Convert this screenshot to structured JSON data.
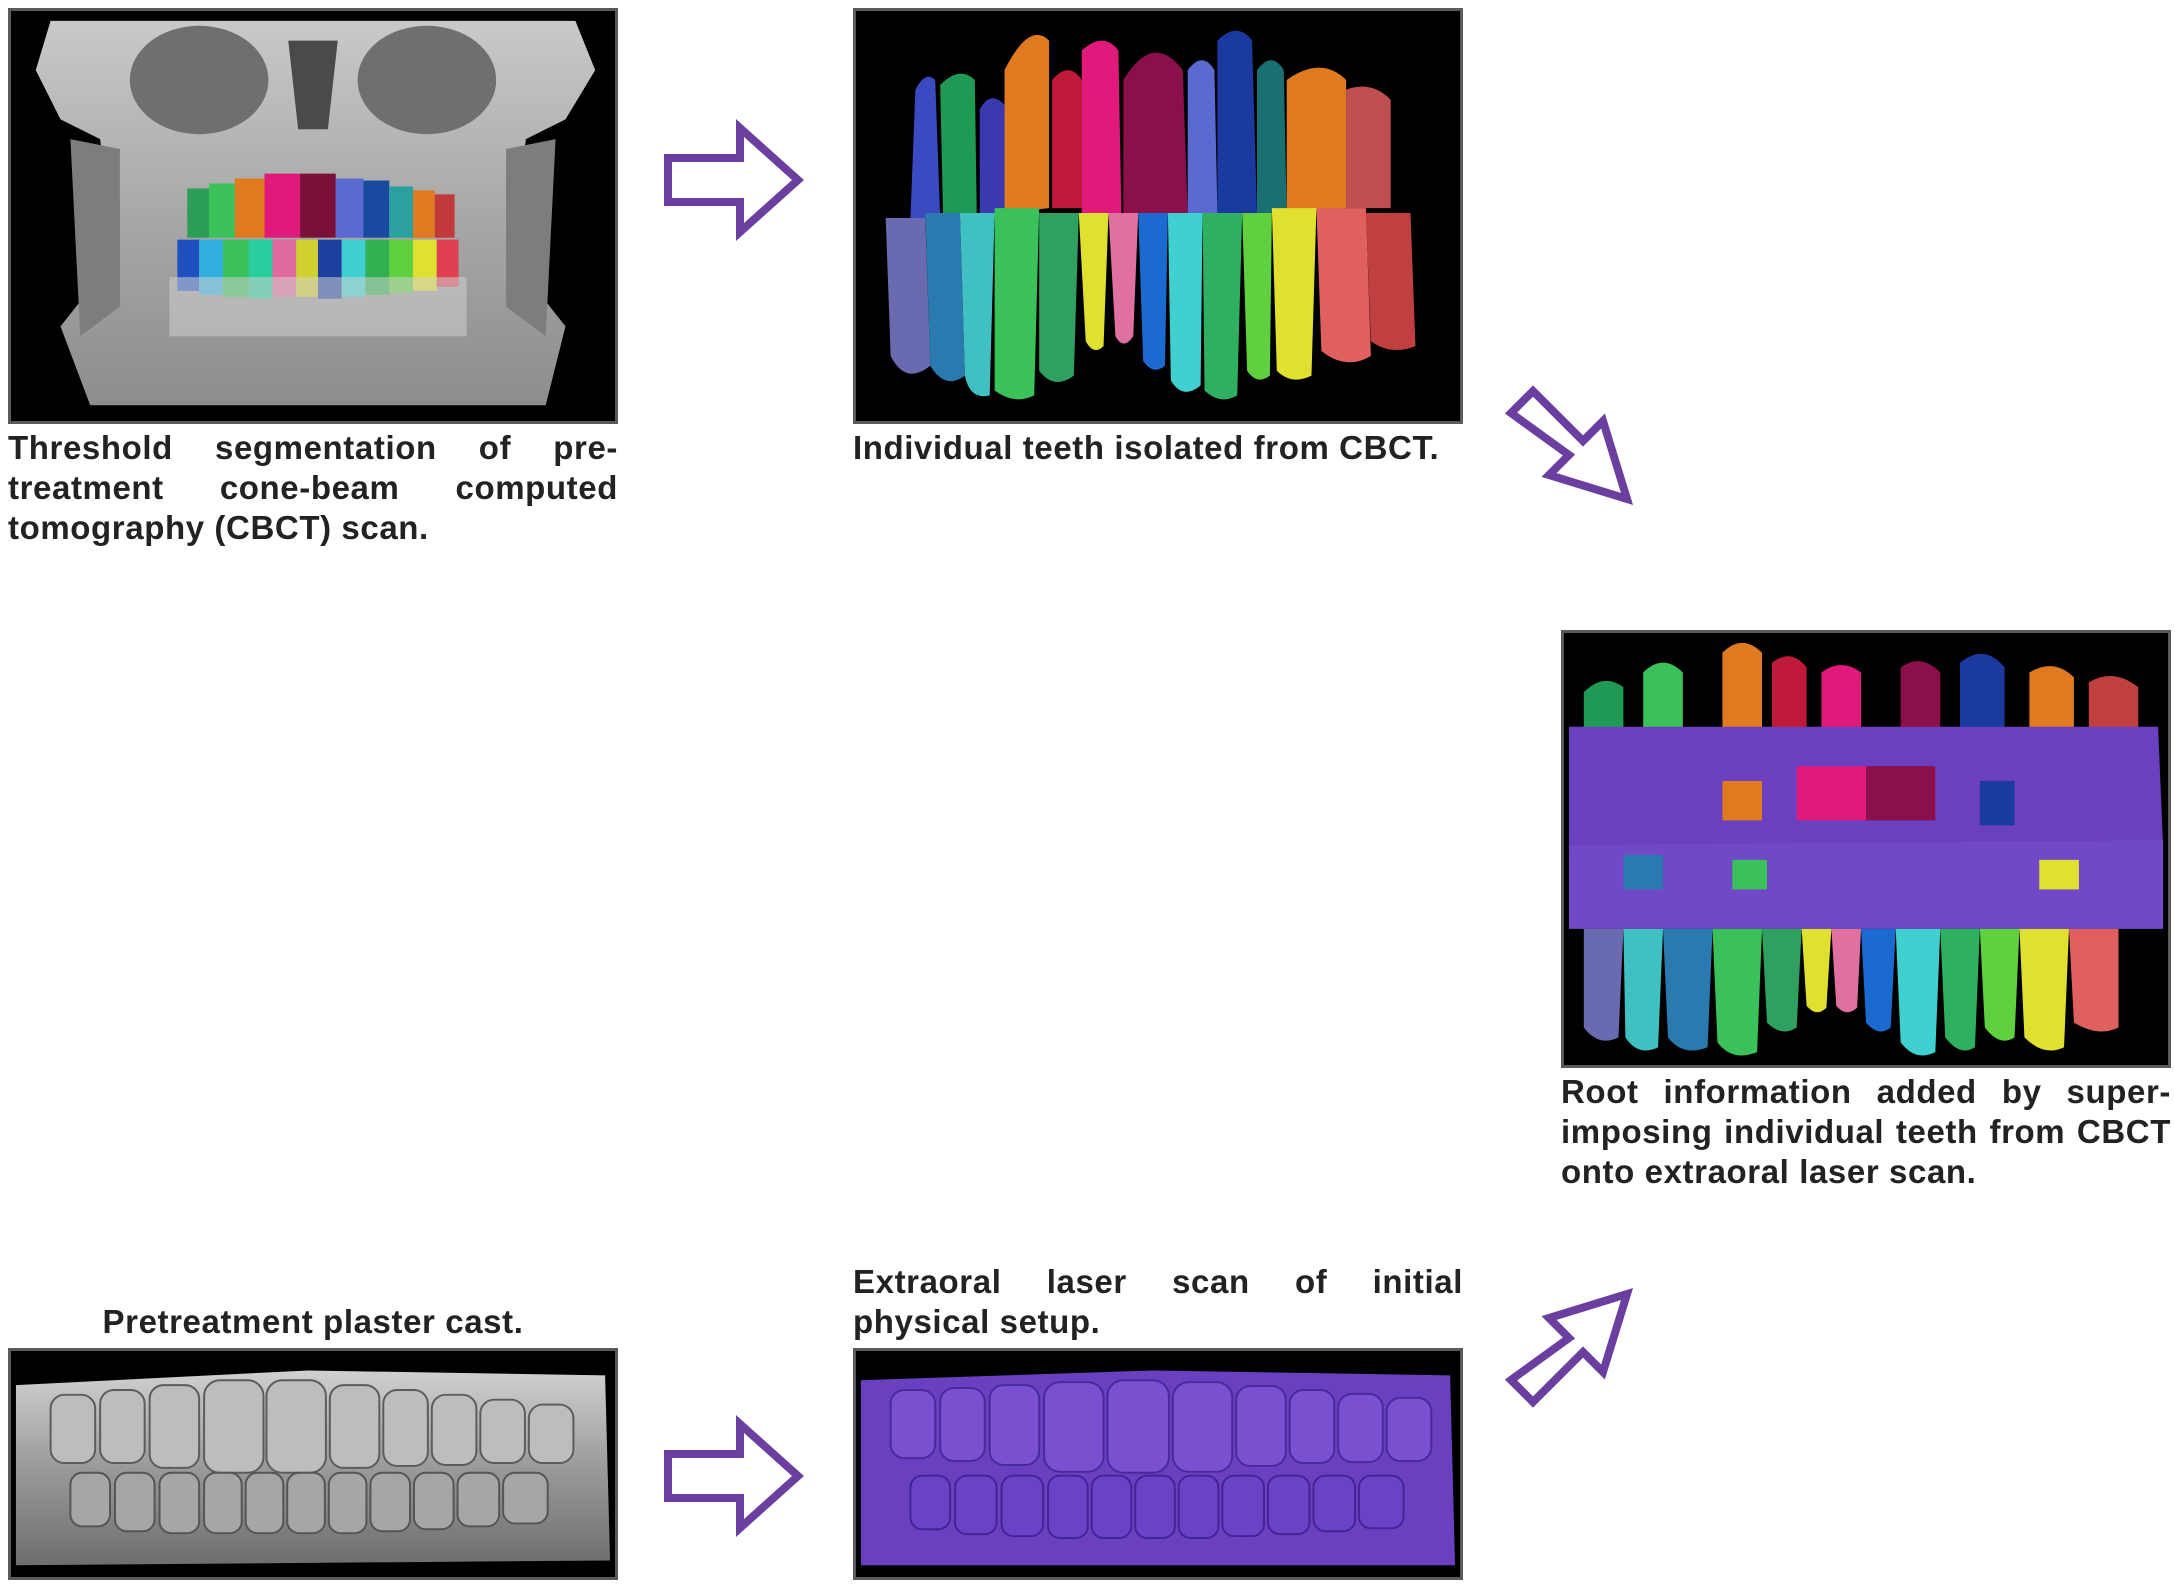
{
  "accent_color": "#6a3fa0",
  "panels": {
    "cbct_threshold": {
      "caption": "Threshold segmentation of pre-treatment cone-beam computed tomography (CBCT) scan."
    },
    "isolated_teeth": {
      "caption": "Individual teeth isolated from CBCT."
    },
    "superimposed": {
      "caption": "Root information added by super-imposing individual teeth from CBCT onto extraoral laser scan."
    },
    "plaster_cast": {
      "caption": "Pretreatment plaster cast."
    },
    "laser_scan": {
      "caption": "Extraoral laser scan of initial physical setup."
    }
  },
  "arrows": [
    {
      "direction": "right",
      "icon": "right-arrow-icon"
    },
    {
      "direction": "down-right",
      "icon": "down-right-arrow-icon"
    },
    {
      "direction": "right",
      "icon": "right-arrow-icon"
    },
    {
      "direction": "up-right",
      "icon": "up-right-arrow-icon"
    }
  ]
}
